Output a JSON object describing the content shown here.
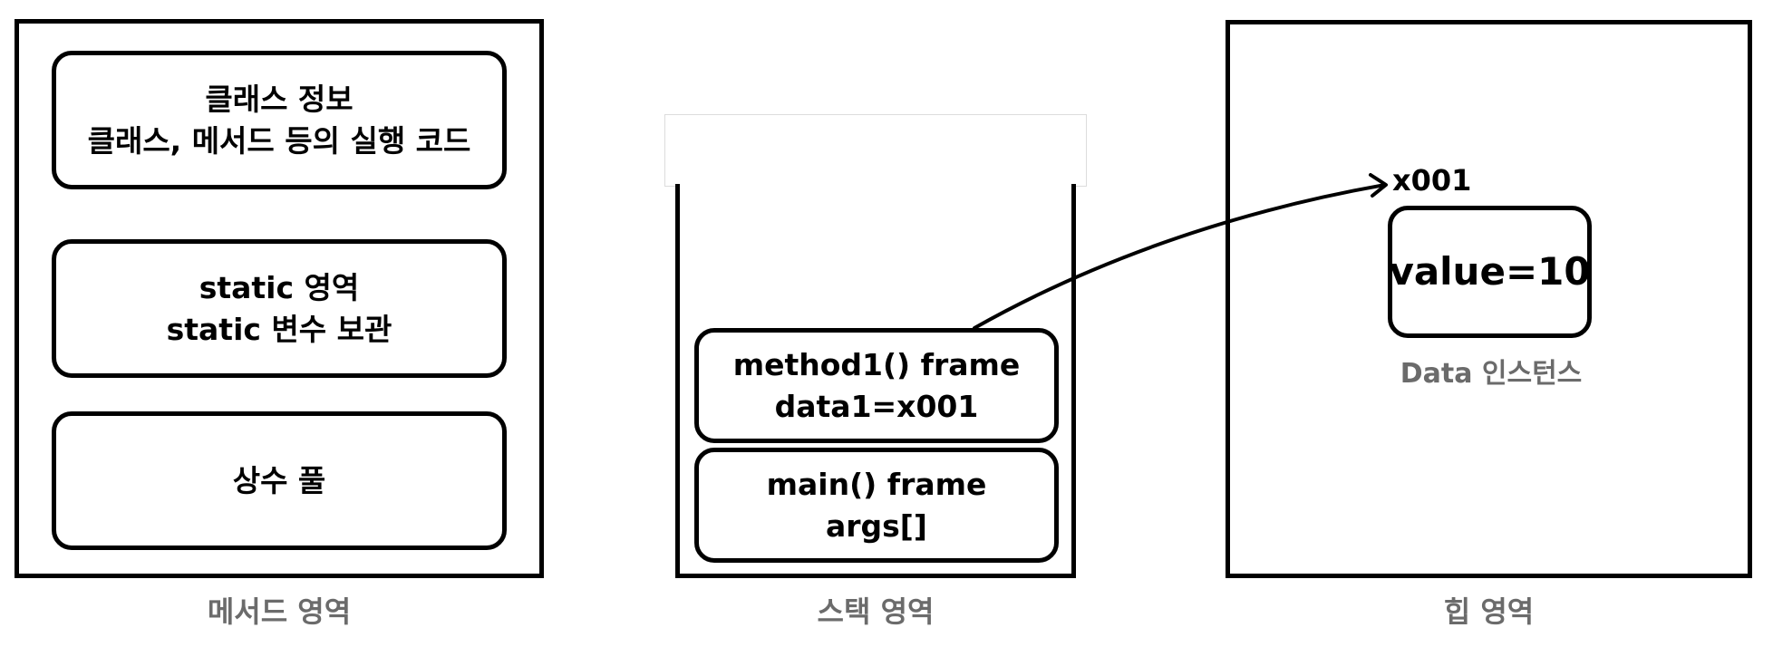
{
  "method_area": {
    "caption": "메서드 영역",
    "class_info": {
      "line1": "클래스 정보",
      "line2": "클래스, 메서드 등의 실행 코드"
    },
    "static_area": {
      "line1": "static 영역",
      "line2": "static 변수 보관"
    },
    "constant_pool": {
      "line1": "상수 풀"
    }
  },
  "stack_area": {
    "caption": "스택 영역",
    "frames": [
      {
        "line1": "method1() frame",
        "line2": "data1=x001"
      },
      {
        "line1": "main() frame",
        "line2": "args[]"
      }
    ]
  },
  "heap_area": {
    "caption": "힙 영역",
    "instance": {
      "address": "x001",
      "value": "value=10",
      "label": "Data 인스턴스"
    }
  }
}
